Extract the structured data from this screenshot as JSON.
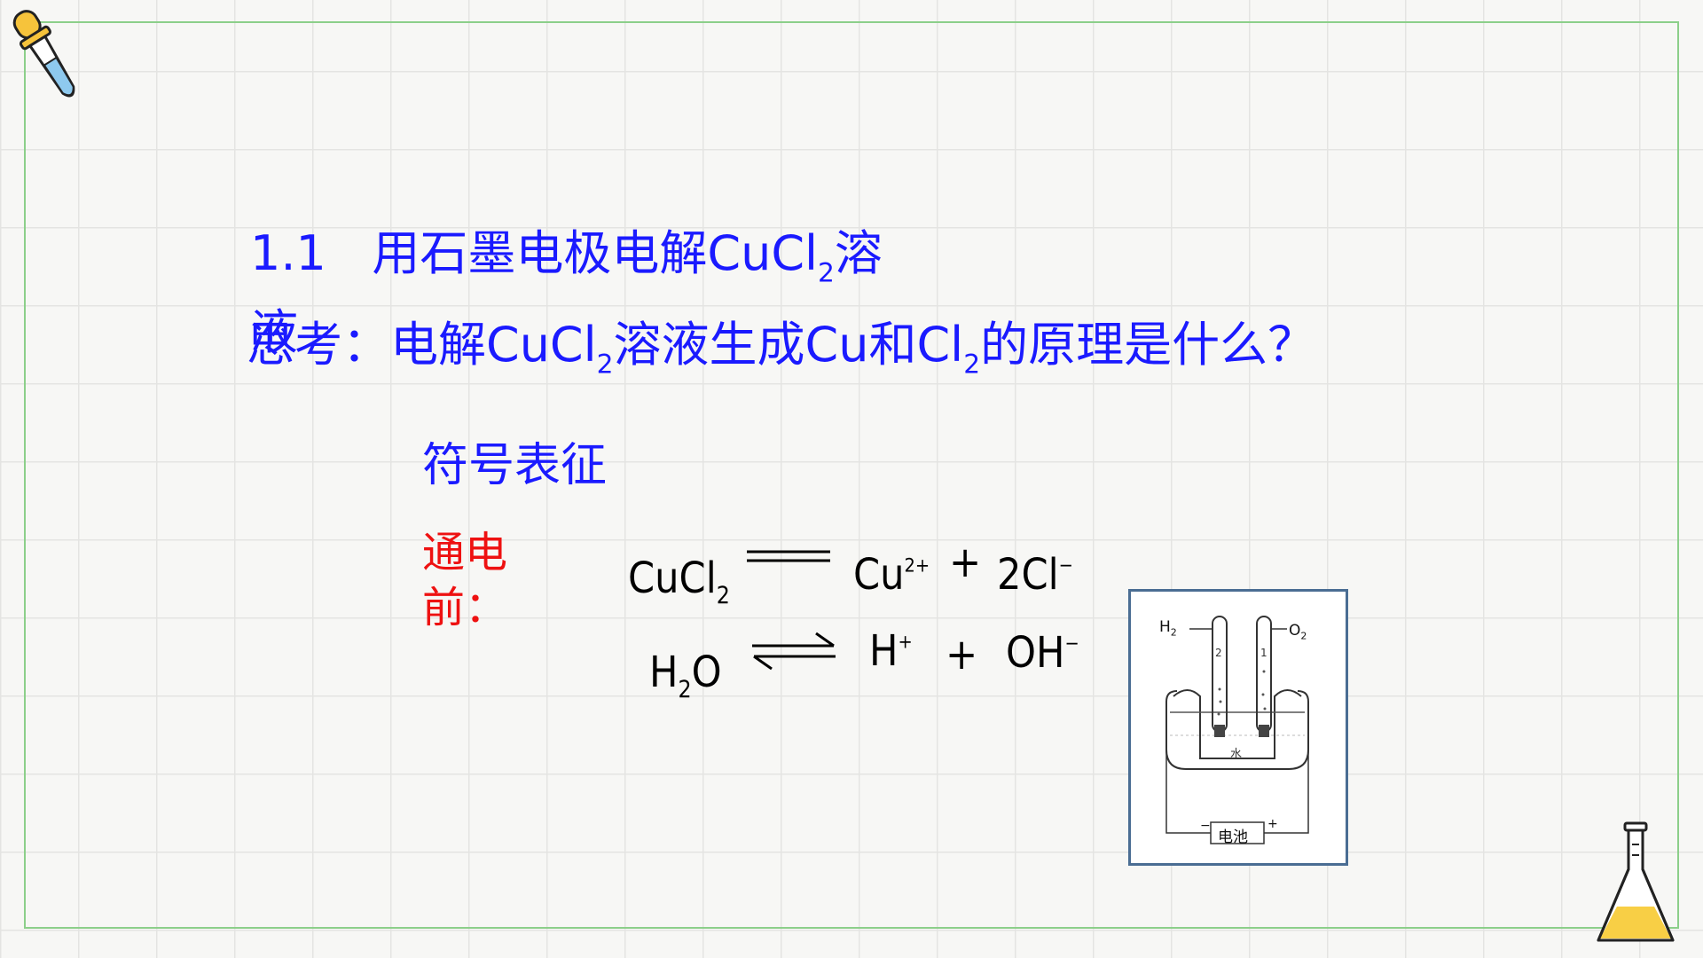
{
  "heading": {
    "number": "1.1",
    "text_before": "用石墨电极电解",
    "formula_main": "CuCl",
    "formula_sub": "2",
    "text_after": "溶",
    "text_wrap": "液"
  },
  "question": {
    "prefix": "思考：电解",
    "formula1_main": "CuCl",
    "formula1_sub": "2",
    "mid1": "溶液生成",
    "product1": "Cu",
    "mid2": "和",
    "formula2_main": "Cl",
    "formula2_sub": "2",
    "suffix": "的原理是什么？"
  },
  "subheading": "符号表征",
  "before_label": "通电前：",
  "equations": {
    "eq1": {
      "reactant_main": "CuCl",
      "reactant_sub": "2",
      "cation_main": "Cu",
      "cation_charge": "2+",
      "plus": "+",
      "anion_main": "2Cl",
      "anion_charge": "−"
    },
    "eq2": {
      "reactant_h": "H",
      "reactant_sub": "2",
      "reactant_o": "O",
      "cation_main": "H",
      "cation_charge": "+",
      "plus": "+",
      "anion_main": "OH",
      "anion_charge": "−"
    }
  },
  "diagram": {
    "label_h2": "H",
    "label_h2_sub": "2",
    "label_o2": "O",
    "label_o2_sub": "2",
    "tube_left_mark": "2",
    "tube_right_mark": "1",
    "water_label": "水",
    "battery_label": "电池",
    "minus": "−",
    "plus": "+"
  },
  "colors": {
    "text_blue": "#1a1aff",
    "text_red": "#ee1111",
    "frame_green": "#8ccf8a",
    "diagram_border": "#4a6d93"
  },
  "icons": [
    "dropper-icon",
    "flask-icon"
  ]
}
